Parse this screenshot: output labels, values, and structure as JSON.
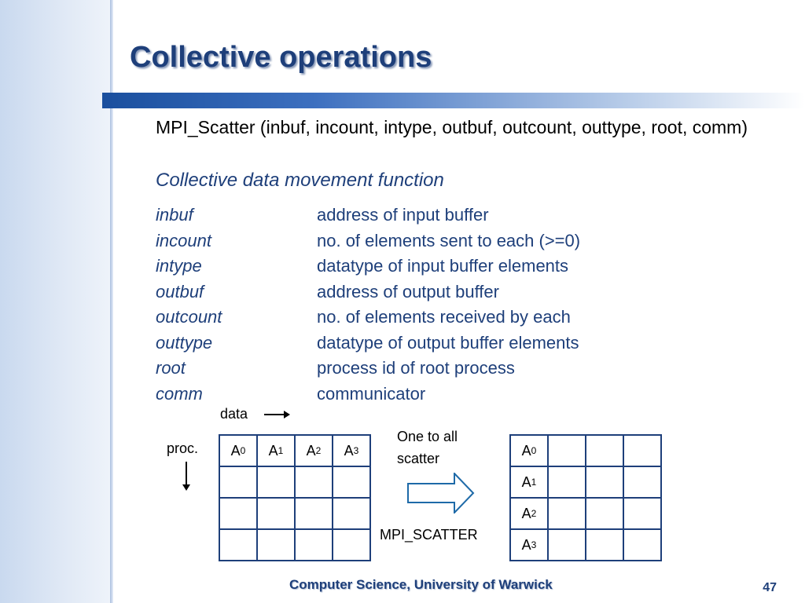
{
  "slide": {
    "title": "Collective operations",
    "signature": "MPI_Scatter (inbuf, incount, intype, outbuf, outcount, outtype, root, comm)",
    "subtitle": "Collective data movement function",
    "params": [
      {
        "name": "inbuf",
        "desc": "address of input buffer"
      },
      {
        "name": "incount",
        "desc": "no. of elements sent to each (>=0)"
      },
      {
        "name": "intype",
        "desc": "datatype of input buffer elements"
      },
      {
        "name": "outbuf",
        "desc": "address of output buffer"
      },
      {
        "name": "outcount",
        "desc": "no. of elements received by each"
      },
      {
        "name": "outtype",
        "desc": "datatype of output buffer elements"
      },
      {
        "name": "root",
        "desc": "process id of root process"
      },
      {
        "name": "comm",
        "desc": "communicator"
      }
    ]
  },
  "diagram": {
    "data_label": "data",
    "proc_label": "proc.",
    "op_line1": "One to all",
    "op_line2": "scatter",
    "op_name": "MPI_SCATTER",
    "cell_base": "A",
    "subscripts": [
      "0",
      "1",
      "2",
      "3"
    ]
  },
  "footer": {
    "institution": "Computer Science, University of Warwick",
    "page": "47"
  },
  "colors": {
    "title": "#1e3f7a",
    "accent_rule": "#1a4f9e",
    "band": "#c9d9ef"
  }
}
